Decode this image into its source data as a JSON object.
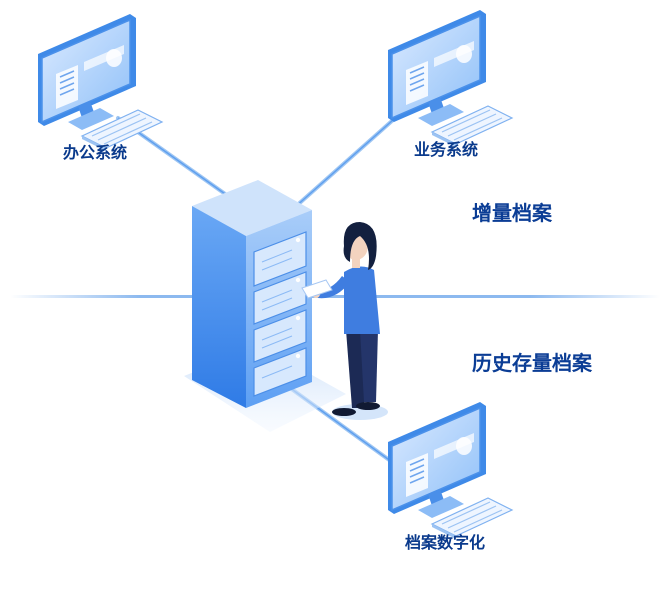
{
  "nodes": {
    "office_system": "办公系统",
    "business_system": "业务系统",
    "archive_digitization": "档案数字化"
  },
  "sections": {
    "incremental_archives": "增量档案",
    "historical_archives": "历史存量档案"
  },
  "colors": {
    "label_text": "#0a3a8c",
    "server_front": "#5ea3f5",
    "server_side": "#2f7ee8",
    "divider": "#5b9be8",
    "connector": "#9fc6f2"
  }
}
